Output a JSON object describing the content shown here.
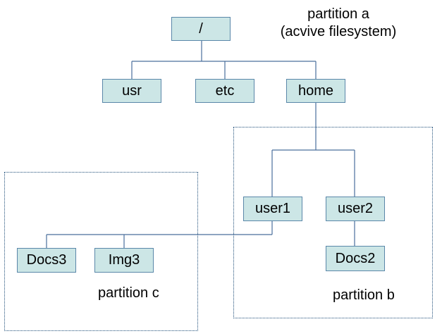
{
  "nodes": {
    "root": "/",
    "usr": "usr",
    "etc": "etc",
    "home": "home",
    "user1": "user1",
    "user2": "user2",
    "docs2": "Docs2",
    "docs3": "Docs3",
    "img3": "Img3"
  },
  "partitions": {
    "a": {
      "title": "partition a",
      "subtitle": "(acvive filesystem)"
    },
    "b": {
      "title": "partition b"
    },
    "c": {
      "title": "partition c"
    }
  },
  "colors": {
    "node_fill": "#cce6e6",
    "node_border": "#5a87a9",
    "connector": "#4a6f9c",
    "partition_border": "#1f4e79"
  }
}
